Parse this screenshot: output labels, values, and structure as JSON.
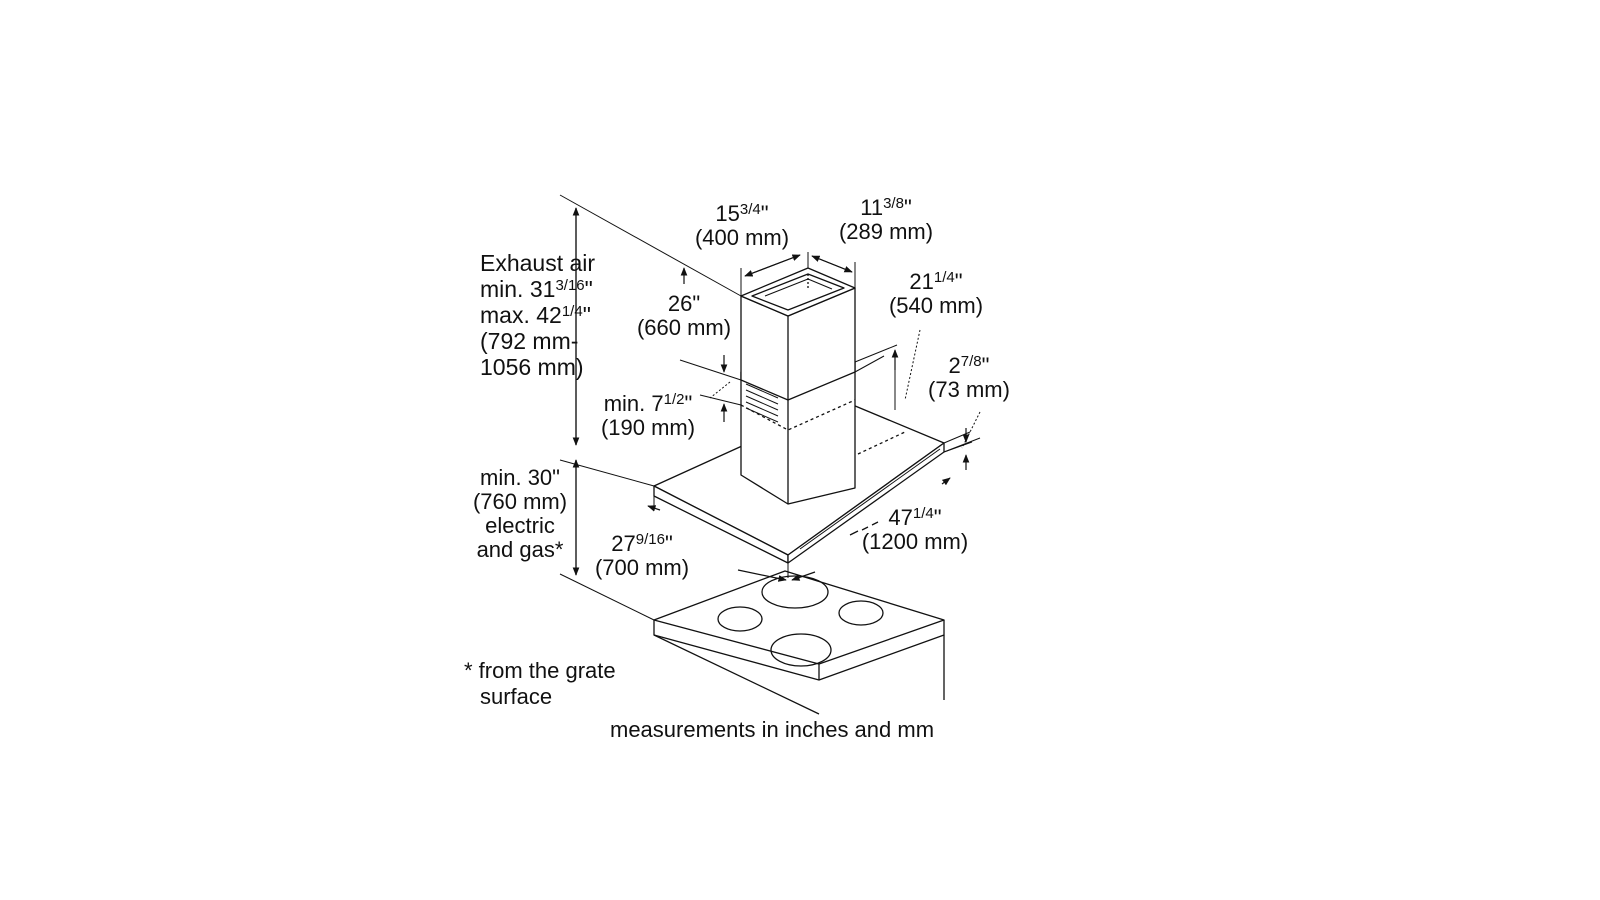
{
  "labels": {
    "exhaust": {
      "line1": "Exhaust air",
      "line2a": "min. 31",
      "line2sup": "3/16",
      "line2b": "\"",
      "line3a": "max. 42",
      "line3sup": "1/4",
      "line3b": "\"",
      "line4": "(792 mm-",
      "line5": "1056 mm)"
    },
    "chimney_width": {
      "whole": "15",
      "frac": "3/4",
      "unit": "\"",
      "metric": "(400 mm)"
    },
    "chimney_depth": {
      "whole": "11",
      "frac": "3/8",
      "unit": "\"",
      "metric": "(289 mm)"
    },
    "chimney_upper": {
      "imperial": "26\"",
      "metric": "(660 mm)"
    },
    "hood_depth": {
      "whole": "21",
      "frac": "1/4",
      "unit": "\"",
      "metric": "(540 mm)"
    },
    "hood_thickness": {
      "whole": "2",
      "frac": "7/8",
      "unit": "\"",
      "metric": "(73 mm)"
    },
    "overlap": {
      "prefix": "min. 7",
      "frac": "1/2",
      "unit": "\"",
      "metric": "(190 mm)"
    },
    "clearance": {
      "line1": "min. 30\"",
      "line2": "(760 mm)",
      "line3": "electric",
      "line4": "and gas*"
    },
    "hood_front": {
      "whole": "27",
      "frac": "9/16",
      "unit": "\"",
      "metric": "(700 mm)"
    },
    "hood_width": {
      "whole": "47",
      "frac": "1/4",
      "unit": "\"",
      "metric": "(1200 mm)"
    },
    "footnote": {
      "line1": "* from the grate",
      "line2": "surface"
    },
    "caption": "measurements in inches and mm"
  }
}
